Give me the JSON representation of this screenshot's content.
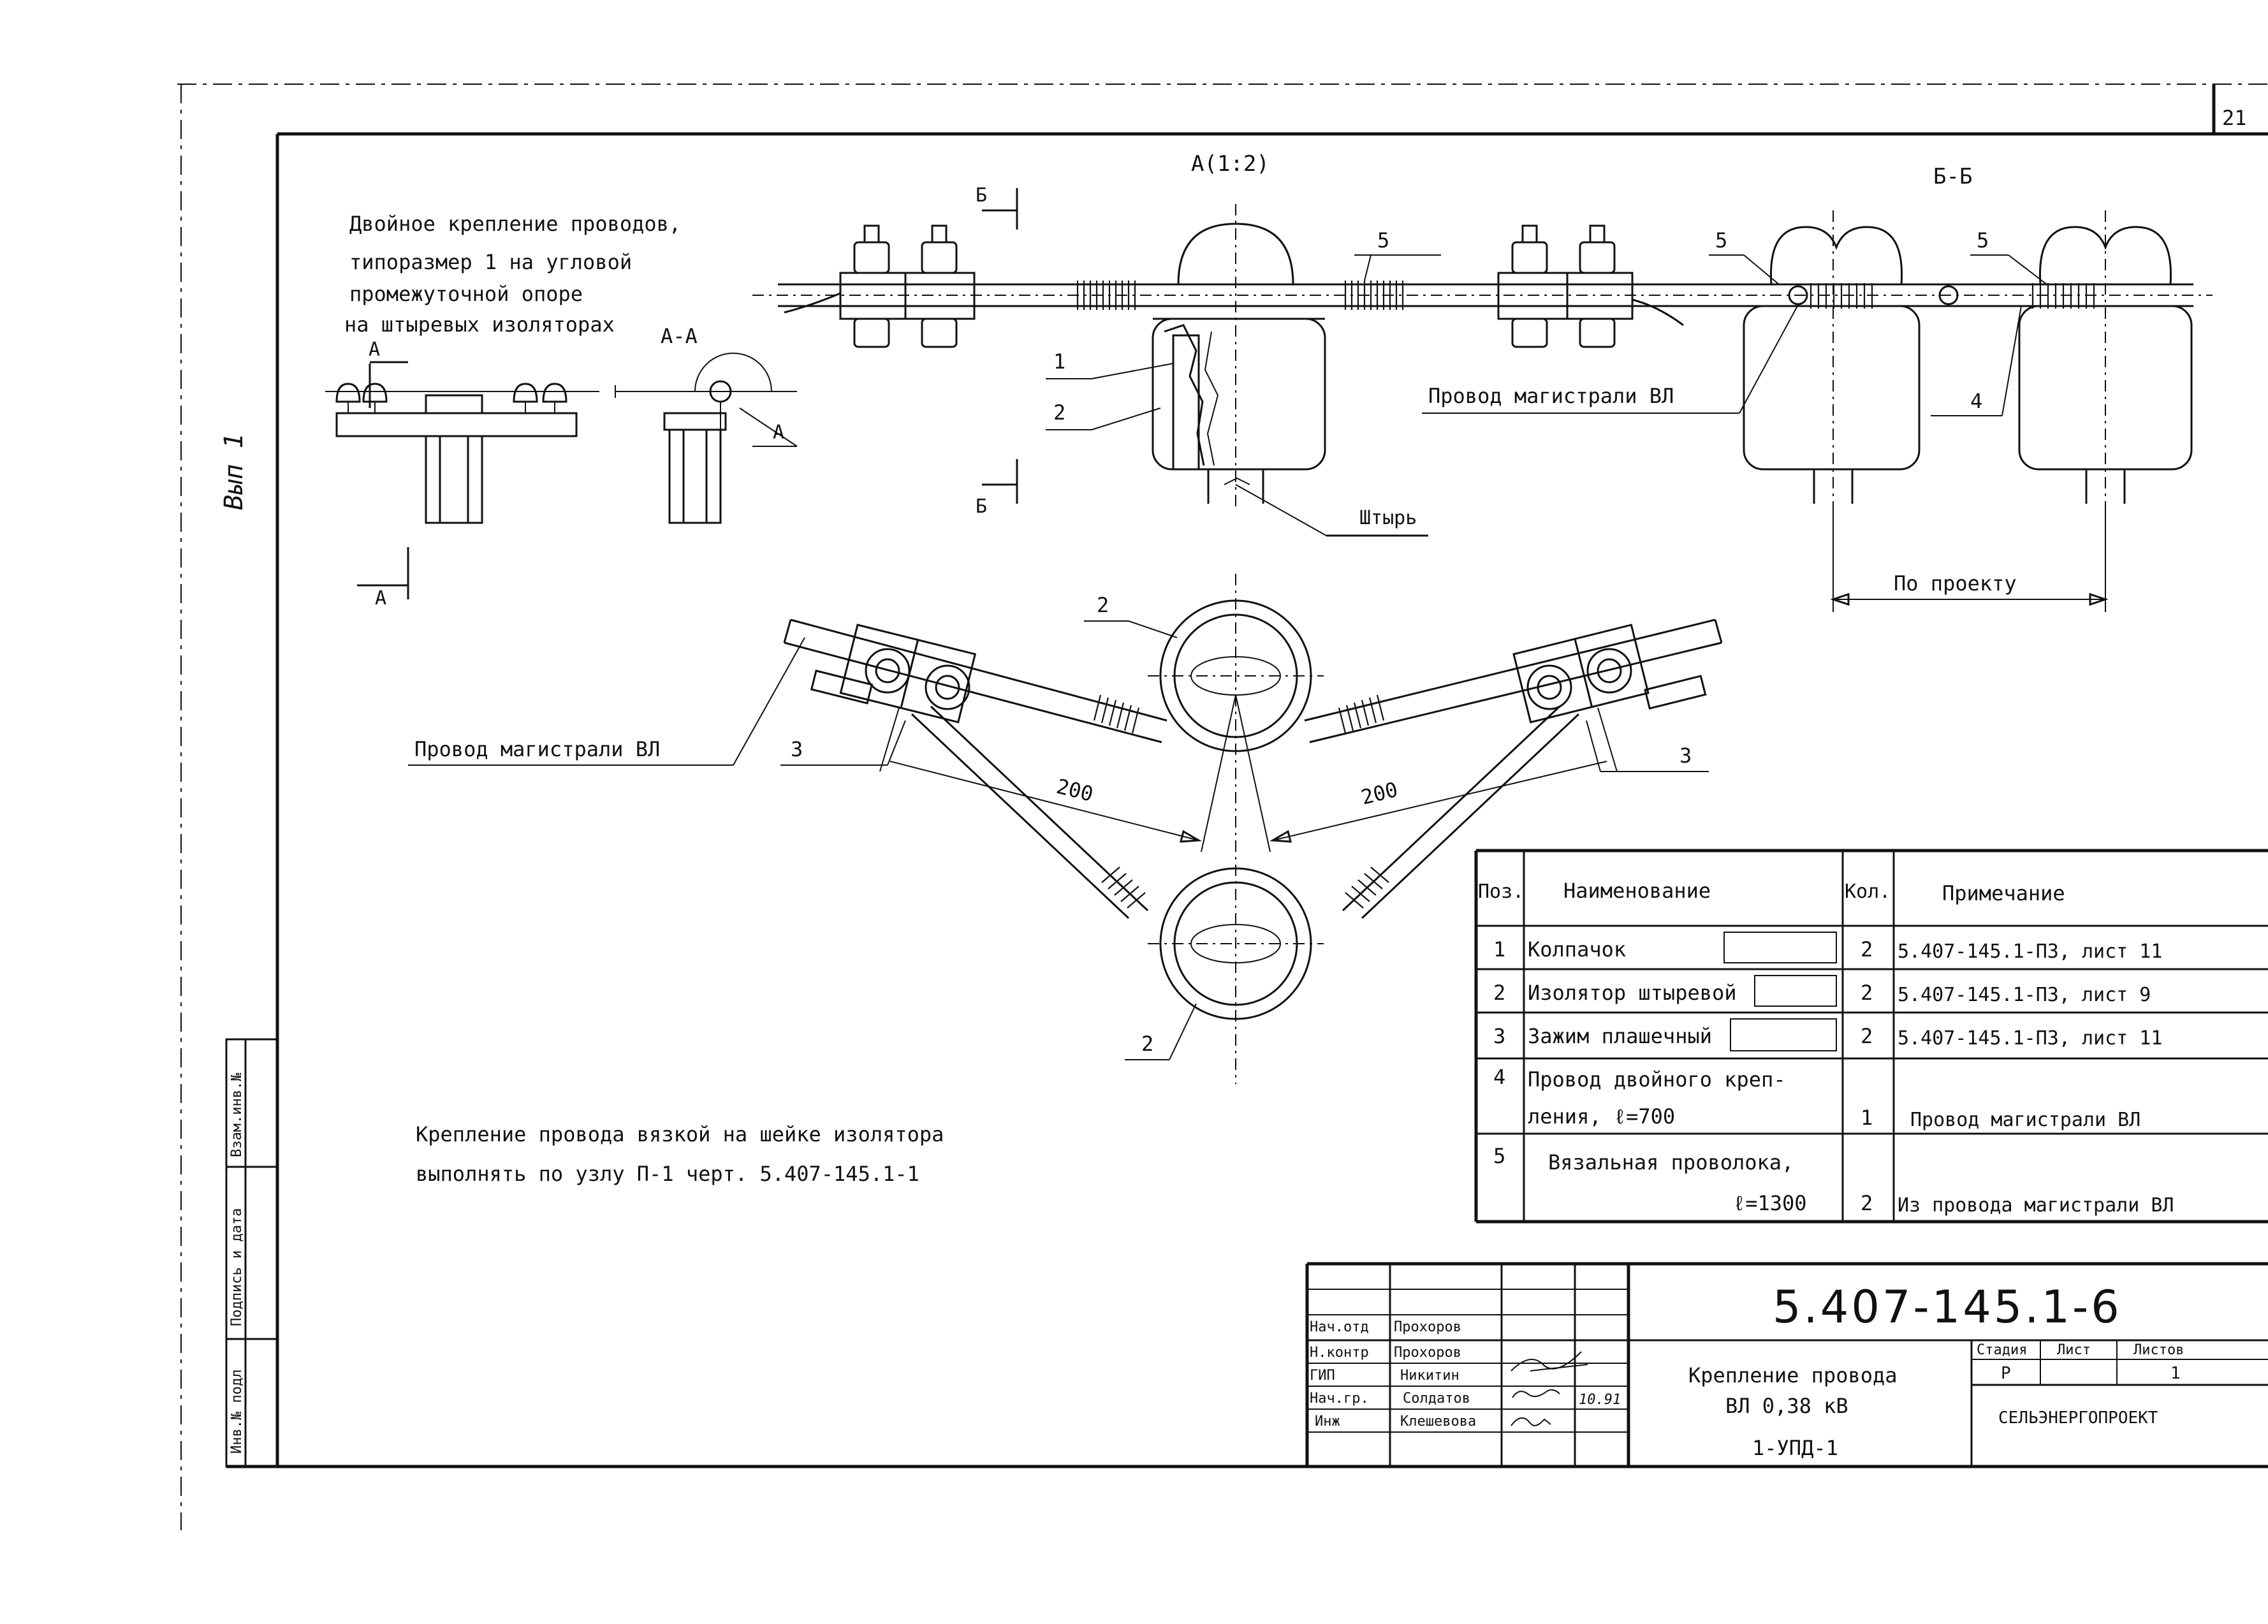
{
  "sheet": {
    "page_number": "21",
    "side_label": "Вып 1",
    "main_title_lines": [
      "Двойное крепление проводов,",
      "типоразмер 1 на угловой",
      "промежуточной опоре",
      "на штыревых изоляторах"
    ],
    "view_a_scale": "А(1:2)",
    "view_aa": "А-А",
    "view_bb": "Б-Б",
    "mark_a": "А",
    "mark_b": "Б",
    "label_pin": "Штырь",
    "label_main_wire": "Провод магистрали ВЛ",
    "label_by_project": "По проекту",
    "dim_200": "200",
    "callouts": [
      "1",
      "2",
      "3",
      "4",
      "5"
    ],
    "note_lines": [
      "Крепление провода вязкой на шейке изолятора",
      "выполнять по узлу П-1 черт. 5.407-145.1-1"
    ]
  },
  "parts_table": {
    "headers": {
      "pos": "Поз.",
      "name": "Наименование",
      "qty": "Кол.",
      "note": "Примечание"
    },
    "rows": [
      {
        "pos": "1",
        "name": "Колпачок",
        "qty": "2",
        "note": "5.407-145.1-ПЗ, лист 11"
      },
      {
        "pos": "2",
        "name": "Изолятор штыревой",
        "qty": "2",
        "note": "5.407-145.1-ПЗ, лист 9"
      },
      {
        "pos": "3",
        "name": "Зажим плашечный",
        "qty": "2",
        "note": "5.407-145.1-ПЗ, лист 11"
      },
      {
        "pos": "4",
        "name_line1": "Провод двойного креп-",
        "name_line2": "ления, ℓ=700",
        "qty": "1",
        "note": "Провод магистрали ВЛ"
      },
      {
        "pos": "5",
        "name_line1": "Вязальная проволока,",
        "name_line2": "ℓ=1300",
        "qty": "2",
        "note": "Из провода магистрали ВЛ"
      }
    ]
  },
  "title_block": {
    "drawing_code": "5.407-145.1-6",
    "roles": [
      "Нач.отд",
      "Н.контр",
      "ГИП",
      "Нач.гр.",
      "Инж"
    ],
    "names": [
      "Прохоров",
      "Прохоров",
      "Никитин",
      "Солдатов",
      "Клешевова"
    ],
    "dates": [
      "",
      "",
      "",
      "10.91",
      ""
    ],
    "title_lines": [
      "Крепление провода",
      "ВЛ 0,38 кВ",
      "1-УПД-1"
    ],
    "stage_header": "Стадия",
    "sheet_header": "Лист",
    "sheets_header": "Листов",
    "stage_value": "Р",
    "sheets_value": "1",
    "organization": "СЕЛЬЭНЕРГОПРОЕКТ"
  },
  "side_stamps": [
    "Инв.№ подл",
    "Подпись и дата",
    "Взам.инв.№"
  ]
}
